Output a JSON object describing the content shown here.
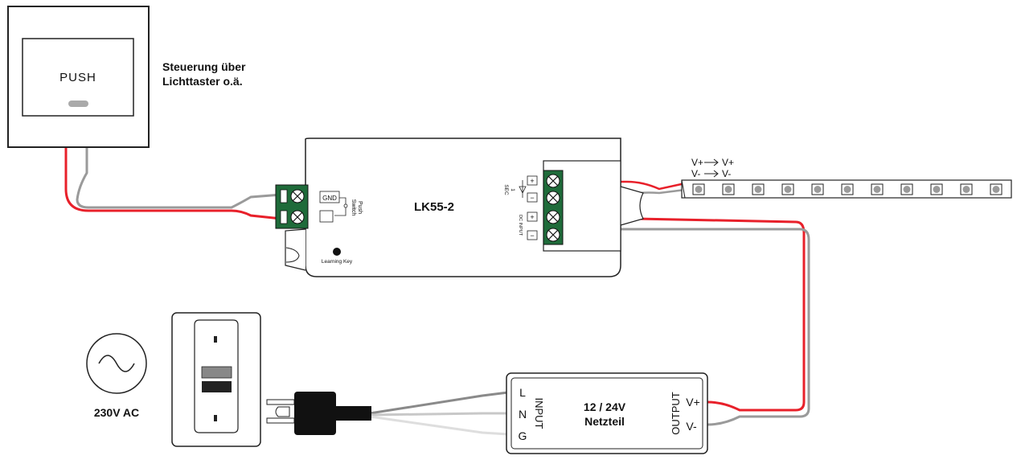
{
  "push_switch": {
    "button_label": "PUSH",
    "caption_line1": "Steuerung über",
    "caption_line2": "Lichttaster o.ä."
  },
  "controller": {
    "model": "LK55-2",
    "gnd_label": "GND",
    "push_switch_line1": "Push",
    "push_switch_line2": "Switch",
    "learning_key": "Learning Key",
    "sec_label": "SEC",
    "sec_number": "1",
    "pri_label": "DC INPUT",
    "plus": "+",
    "minus": "−"
  },
  "led_strip": {
    "line1_from": "V+",
    "line1_to": "V+",
    "line2_from": "V-",
    "line2_to": "V-",
    "led_count": 11
  },
  "ac_source": {
    "label": "230V AC"
  },
  "power_supply": {
    "title_line1": "12 / 24V",
    "title_line2": "Netzteil",
    "input_label": "INPUT",
    "output_label": "OUTPUT",
    "pin_l": "L",
    "pin_n": "N",
    "pin_g": "G",
    "pin_vplus": "V+",
    "pin_vminus": "V-"
  },
  "colors": {
    "wire_positive": "#e8202a",
    "wire_negative": "#9a9a9a",
    "terminal_green": "#1f6b3a",
    "outline": "#222222"
  }
}
